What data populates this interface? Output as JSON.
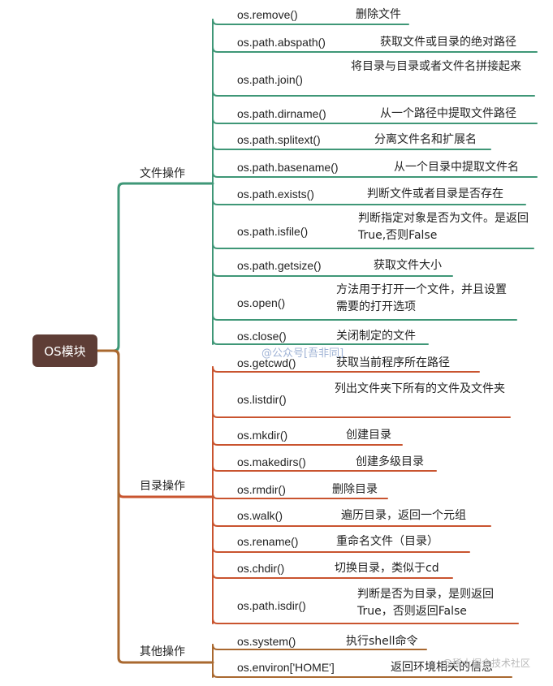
{
  "root": {
    "label": "OS模块"
  },
  "colors": {
    "root_bg": "#5e3d36",
    "file_ops": "#3f9777",
    "dir_ops": "#c9542f",
    "other_ops": "#a9682f"
  },
  "branches": [
    {
      "label": "文件操作",
      "items": [
        {
          "fn": "os.remove()",
          "desc": "删除文件"
        },
        {
          "fn": "os.path.abspath()",
          "desc": "获取文件或目录的绝对路径"
        },
        {
          "fn": "os.path.join()",
          "desc": "将目录与目录或者文件名拼接起来"
        },
        {
          "fn": "os.path.dirname()",
          "desc": "从一个路径中提取文件路径"
        },
        {
          "fn": "os.path.splitext()",
          "desc": "分离文件名和扩展名"
        },
        {
          "fn": "os.path.basename()",
          "desc": "从一个目录中提取文件名"
        },
        {
          "fn": "os.path.exists()",
          "desc": "判断文件或者目录是否存在"
        },
        {
          "fn": "os.path.isfile()",
          "desc": "判断指定对象是否为文件。是返回True,否则False"
        },
        {
          "fn": "os.path.getsize()",
          "desc": "获取文件大小"
        },
        {
          "fn": "os.open()",
          "desc": "方法用于打开一个文件，并且设置需要的打开选项"
        },
        {
          "fn": "os.close()",
          "desc": "关闭制定的文件"
        }
      ]
    },
    {
      "label": "目录操作",
      "items": [
        {
          "fn": "os.getcwd()",
          "desc": "获取当前程序所在路径"
        },
        {
          "fn": "os.listdir()",
          "desc": "列出文件夹下所有的文件及文件夹"
        },
        {
          "fn": "os.mkdir()",
          "desc": "创建目录"
        },
        {
          "fn": "os.makedirs()",
          "desc": "创建多级目录"
        },
        {
          "fn": "os.rmdir()",
          "desc": "删除目录"
        },
        {
          "fn": "os.walk()",
          "desc": "遍历目录，返回一个元组"
        },
        {
          "fn": "os.rename()",
          "desc": "重命名文件（目录）"
        },
        {
          "fn": "os.chdir()",
          "desc": "切换目录，类似于cd"
        },
        {
          "fn": "os.path.isdir()",
          "desc": "判断是否为目录，是则返回True，否则返回False"
        }
      ]
    },
    {
      "label": "其他操作",
      "items": [
        {
          "fn": "os.system()",
          "desc": "执行shell命令"
        },
        {
          "fn": "os.environ['HOME']",
          "desc": "返回环境相关的信息"
        }
      ]
    }
  ],
  "watermarks": {
    "center": "@公众号[吾非同]",
    "corner": "@稀土掘金技术社区"
  }
}
